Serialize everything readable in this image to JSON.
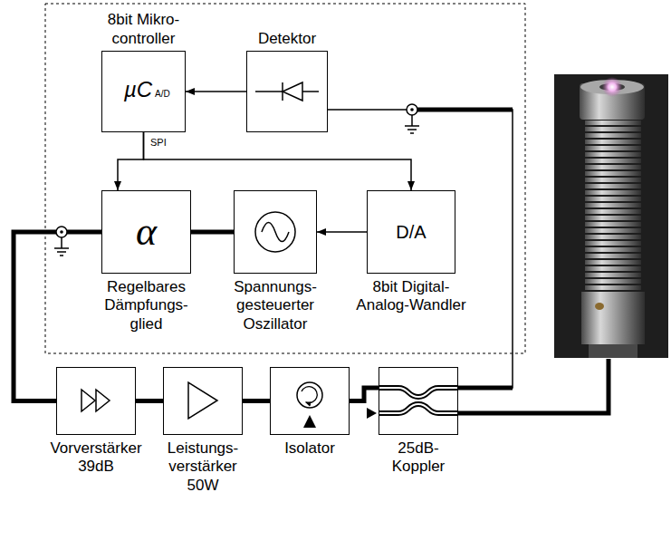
{
  "diagram": {
    "nodes": [
      {
        "text": [
          "8bit Mikro- controller",
          "µC",
          "A/D"
        ]
      },
      {
        "text": [
          "Detektor"
        ]
      },
      {
        "text": [
          "α",
          "Regelbares Dämpfungs- glied"
        ]
      },
      {
        "text": [
          "Spannungs- gesteuerter Oszillator"
        ]
      },
      {
        "text": [
          "D/A",
          "8bit Digital- Analog-Wandler"
        ]
      },
      {
        "text": [
          "Vorverstärker 39dB"
        ]
      },
      {
        "text": [
          "Leistungs- verstärker 50W"
        ]
      },
      {
        "text": [
          "Isolator"
        ]
      },
      {
        "text": [
          "25dB- Koppler"
        ]
      }
    ],
    "edges": [
      {
        "from": 1,
        "to": 0,
        "arrow": "to"
      },
      {
        "from": 0,
        "to": 2,
        "arrow": "to"
      },
      {
        "from": 0,
        "to": 4,
        "arrow": "to"
      },
      {
        "from": 4,
        "to": 3,
        "arrow": "to"
      },
      {
        "from": 3,
        "to": 2,
        "arrow": "none"
      },
      {
        "from": 2,
        "to": 5,
        "arrow": "none"
      },
      {
        "from": 5,
        "to": 6,
        "arrow": "none"
      },
      {
        "from": 6,
        "to": 7,
        "arrow": "none"
      },
      {
        "from": 7,
        "to": 8,
        "arrow": "none"
      },
      {
        "from": 8,
        "to": 1,
        "arrow": "none"
      }
    ],
    "labels": [
      "SPI"
    ]
  }
}
